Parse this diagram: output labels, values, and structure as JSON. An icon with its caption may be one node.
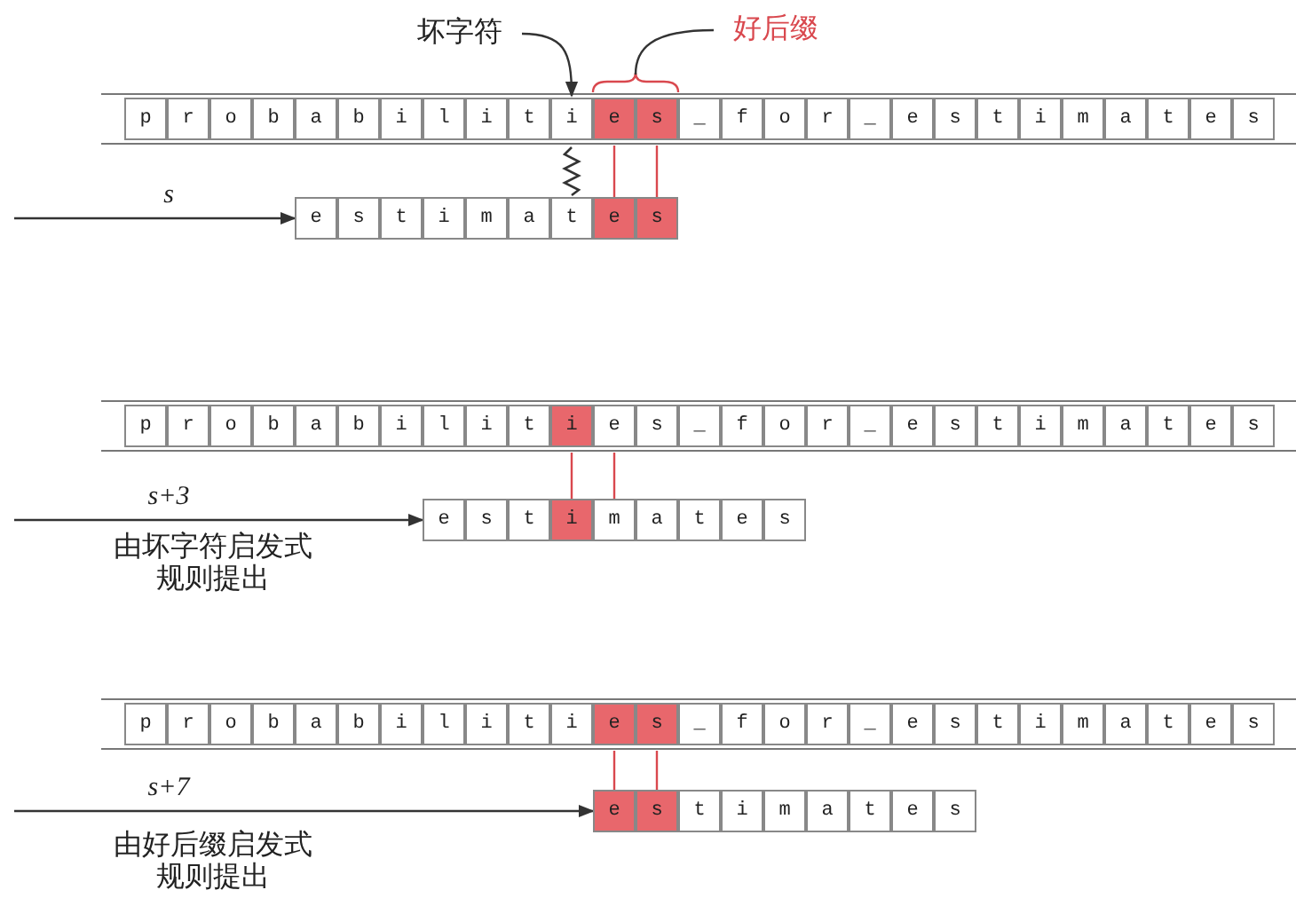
{
  "diagram": {
    "nodes": [
      {
        "text": [
          "坏字符"
        ]
      },
      {
        "text": [
          "好后缀"
        ]
      },
      {
        "text": [
          "p"
        ]
      },
      {
        "text": [
          "r"
        ]
      },
      {
        "text": [
          "o"
        ]
      },
      {
        "text": [
          "b"
        ]
      },
      {
        "text": [
          "a"
        ]
      },
      {
        "text": [
          "b"
        ]
      },
      {
        "text": [
          "i"
        ]
      },
      {
        "text": [
          "l"
        ]
      },
      {
        "text": [
          "i"
        ]
      },
      {
        "text": [
          "t"
        ]
      },
      {
        "text": [
          "i"
        ]
      },
      {
        "text": [
          "e"
        ]
      },
      {
        "text": [
          "s"
        ]
      },
      {
        "text": [
          "_"
        ]
      },
      {
        "text": [
          "f"
        ]
      },
      {
        "text": [
          "o"
        ]
      },
      {
        "text": [
          "r"
        ]
      },
      {
        "text": [
          "_"
        ]
      },
      {
        "text": [
          "e"
        ]
      },
      {
        "text": [
          "s"
        ]
      },
      {
        "text": [
          "t"
        ]
      },
      {
        "text": [
          "i"
        ]
      },
      {
        "text": [
          "m"
        ]
      },
      {
        "text": [
          "a"
        ]
      },
      {
        "text": [
          "t"
        ]
      },
      {
        "text": [
          "e"
        ]
      },
      {
        "text": [
          "s"
        ]
      },
      {
        "text": [
          "e"
        ]
      },
      {
        "text": [
          "s"
        ]
      },
      {
        "text": [
          "t"
        ]
      },
      {
        "text": [
          "i"
        ]
      },
      {
        "text": [
          "m"
        ]
      },
      {
        "text": [
          "a"
        ]
      },
      {
        "text": [
          "t"
        ]
      },
      {
        "text": [
          "e"
        ]
      },
      {
        "text": [
          "s"
        ]
      },
      {
        "text": [
          "p"
        ]
      },
      {
        "text": [
          "r"
        ]
      },
      {
        "text": [
          "o"
        ]
      },
      {
        "text": [
          "b"
        ]
      },
      {
        "text": [
          "a"
        ]
      },
      {
        "text": [
          "b"
        ]
      },
      {
        "text": [
          "i"
        ]
      },
      {
        "text": [
          "l"
        ]
      },
      {
        "text": [
          "i"
        ]
      },
      {
        "text": [
          "t"
        ]
      },
      {
        "text": [
          "i"
        ]
      },
      {
        "text": [
          "e"
        ]
      },
      {
        "text": [
          "s"
        ]
      },
      {
        "text": [
          "_"
        ]
      },
      {
        "text": [
          "f"
        ]
      },
      {
        "text": [
          "o"
        ]
      },
      {
        "text": [
          "r"
        ]
      },
      {
        "text": [
          "_"
        ]
      },
      {
        "text": [
          "e"
        ]
      },
      {
        "text": [
          "s"
        ]
      },
      {
        "text": [
          "t"
        ]
      },
      {
        "text": [
          "i"
        ]
      },
      {
        "text": [
          "m"
        ]
      },
      {
        "text": [
          "a"
        ]
      },
      {
        "text": [
          "t"
        ]
      },
      {
        "text": [
          "e"
        ]
      },
      {
        "text": [
          "s"
        ]
      },
      {
        "text": [
          "e"
        ]
      },
      {
        "text": [
          "s"
        ]
      },
      {
        "text": [
          "t"
        ]
      },
      {
        "text": [
          "i"
        ]
      },
      {
        "text": [
          "m"
        ]
      },
      {
        "text": [
          "a"
        ]
      },
      {
        "text": [
          "t"
        ]
      },
      {
        "text": [
          "e"
        ]
      },
      {
        "text": [
          "s"
        ]
      },
      {
        "text": [
          "p"
        ]
      },
      {
        "text": [
          "r"
        ]
      },
      {
        "text": [
          "o"
        ]
      },
      {
        "text": [
          "b"
        ]
      },
      {
        "text": [
          "a"
        ]
      },
      {
        "text": [
          "b"
        ]
      },
      {
        "text": [
          "i"
        ]
      },
      {
        "text": [
          "l"
        ]
      },
      {
        "text": [
          "i"
        ]
      },
      {
        "text": [
          "t"
        ]
      },
      {
        "text": [
          "i"
        ]
      },
      {
        "text": [
          "e"
        ]
      },
      {
        "text": [
          "s"
        ]
      },
      {
        "text": [
          "_"
        ]
      },
      {
        "text": [
          "f"
        ]
      },
      {
        "text": [
          "o"
        ]
      },
      {
        "text": [
          "r"
        ]
      },
      {
        "text": [
          "_"
        ]
      },
      {
        "text": [
          "e"
        ]
      },
      {
        "text": [
          "s"
        ]
      },
      {
        "text": [
          "t"
        ]
      },
      {
        "text": [
          "i"
        ]
      },
      {
        "text": [
          "m"
        ]
      },
      {
        "text": [
          "a"
        ]
      },
      {
        "text": [
          "t"
        ]
      },
      {
        "text": [
          "e"
        ]
      },
      {
        "text": [
          "s"
        ]
      },
      {
        "text": [
          "e"
        ]
      },
      {
        "text": [
          "s"
        ]
      },
      {
        "text": [
          "t"
        ]
      },
      {
        "text": [
          "i"
        ]
      },
      {
        "text": [
          "m"
        ]
      },
      {
        "text": [
          "a"
        ]
      },
      {
        "text": [
          "t"
        ]
      },
      {
        "text": [
          "e"
        ]
      },
      {
        "text": [
          "s"
        ]
      }
    ],
    "edges": [
      {
        "from": 0,
        "to": 12,
        "arrow": "to",
        "color": "#333333"
      },
      {
        "from": 1,
        "to": null,
        "arrow": "none",
        "color": "#333333"
      },
      {
        "from": null,
        "to": 29,
        "arrow": "to",
        "label": "s",
        "color": "#333333"
      },
      {
        "from": 13,
        "to": 36,
        "arrow": "none",
        "color": "#d9484e"
      },
      {
        "from": 14,
        "to": 37,
        "arrow": "none",
        "color": "#d9484e"
      },
      {
        "from": null,
        "to": 65,
        "arrow": "to",
        "label": "s+3",
        "color": "#333333"
      },
      {
        "from": 48,
        "to": 68,
        "arrow": "none",
        "color": "#d9484e"
      },
      {
        "from": 49,
        "to": 69,
        "arrow": "none",
        "color": "#d9484e"
      },
      {
        "from": null,
        "to": 101,
        "arrow": "to",
        "label": "s+7",
        "color": "#333333"
      },
      {
        "from": 85,
        "to": 101,
        "arrow": "none",
        "color": "#d9484e"
      },
      {
        "from": 86,
        "to": 102,
        "arrow": "none",
        "color": "#d9484e"
      }
    ],
    "labels": [
      "由坏字符启发式规则提出",
      "由好后缀启发式规则提出"
    ]
  }
}
